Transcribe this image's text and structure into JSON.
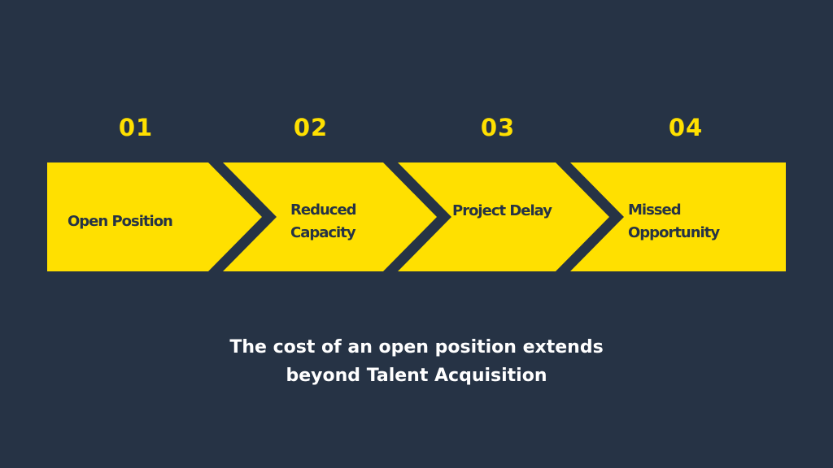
{
  "colors": {
    "background": "#263345",
    "accent": "#FFE000",
    "caption": "#FFFFFF"
  },
  "steps": [
    {
      "number": "01",
      "label_lines": [
        "Open Position"
      ]
    },
    {
      "number": "02",
      "label_lines": [
        "Reduced",
        "Capacity"
      ]
    },
    {
      "number": "03",
      "label_lines": [
        "Project Delay"
      ]
    },
    {
      "number": "04",
      "label_lines": [
        "Missed",
        "Opportunity"
      ]
    }
  ],
  "caption": {
    "line1": "The cost of an open position extends",
    "line2": "beyond Talent Acquisition"
  }
}
